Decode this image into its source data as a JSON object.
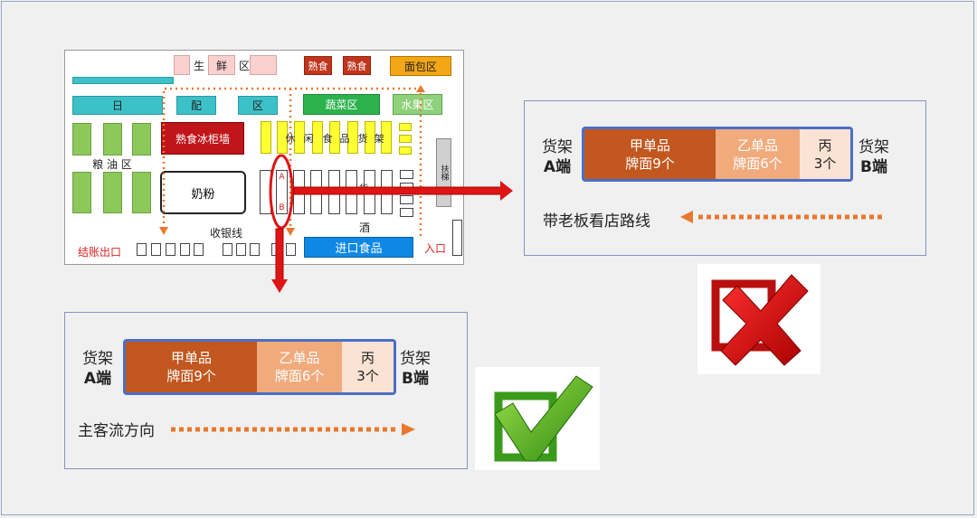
{
  "floorplan": {
    "fresh": [
      "生",
      "鲜",
      "区"
    ],
    "cooked1": "熟食",
    "cooked2": "熟食",
    "bakery": "面包区",
    "daily": [
      "日",
      "配",
      "区"
    ],
    "vegetables": "蔬菜区",
    "fruit": "水果区",
    "deli_freezer": "熟食冰柜墙",
    "grain_oil": "粮 油 区",
    "milk_powder": "奶粉",
    "snacks": [
      "休",
      "闲",
      "食",
      "品",
      "货",
      "架"
    ],
    "cashier_line": "收银线",
    "checkout_exit": "结账出口",
    "liquor": "酒",
    "imported_food": "进口食品",
    "entrance": "入口",
    "escalator": "扶梯",
    "shelf_end_a": "A",
    "shelf_end_b": "B",
    "aisle_frag": "货"
  },
  "panel_right": {
    "end_a": [
      "货架",
      "A端"
    ],
    "end_b": [
      "货架",
      "B端"
    ],
    "seg_a": [
      "甲单品",
      "牌面9个"
    ],
    "seg_b": [
      "乙单品",
      "牌面6个"
    ],
    "seg_c": [
      "丙",
      "3个"
    ],
    "route": "带老板看店路线",
    "verdict": "wrong"
  },
  "panel_left": {
    "end_a": [
      "货架",
      "A端"
    ],
    "end_b": [
      "货架",
      "B端"
    ],
    "seg_a": [
      "甲单品",
      "牌面9个"
    ],
    "seg_b": [
      "乙单品",
      "牌面6个"
    ],
    "seg_c": [
      "丙",
      "3个"
    ],
    "route": "主客流方向",
    "verdict": "correct"
  },
  "colors": {
    "arrow": "#e8782e",
    "highlight": "#dd1515",
    "shelf_border": "#4a6fc7"
  }
}
